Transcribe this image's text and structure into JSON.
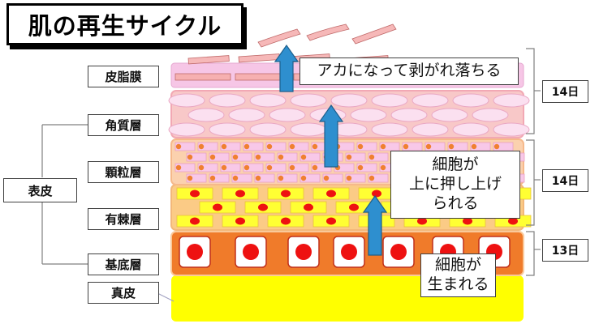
{
  "title": "肌の再生サイクル",
  "layers": {
    "hihimaku": "皮脂膜",
    "kakushitsu": "角質層",
    "ka╥ryu": "",
    "karyu": "顆粒層",
    "yuushi": "有棘層",
    "kitei": "基底層",
    "shinpi": "真皮"
  },
  "group_label": "表皮",
  "callouts": {
    "shed": "アカになって剥がれ落ちる",
    "pushed": [
      "細胞が",
      "上に押し上げ",
      "られる"
    ],
    "born": [
      "細胞が",
      "生まれる"
    ]
  },
  "durations": [
    "14日",
    "14日",
    "13日"
  ],
  "colors": {
    "sebum": "#f6c6e6",
    "stratum_corneum": "#f8c8c8",
    "granular": "#fac99a",
    "spinous": "#f3b87a",
    "basal": "#f07b2a",
    "dermis": "#ffff00",
    "nucleus": "#ee1111",
    "arrow": "#2e8fcf"
  }
}
